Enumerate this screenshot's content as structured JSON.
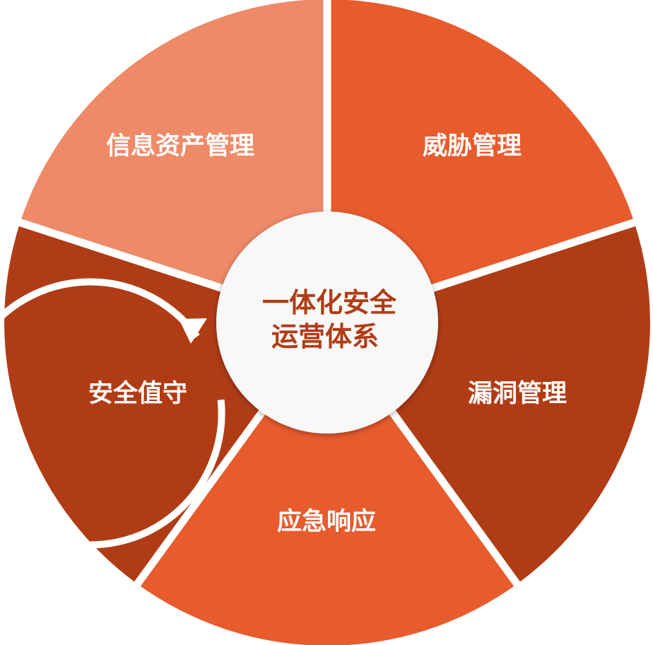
{
  "diagram": {
    "type": "cycle-wheel",
    "center": {
      "line1": "一体化安全",
      "line2": "运营体系",
      "text_color": "#B03C16",
      "fill": "#F8F8F8"
    },
    "segments": [
      {
        "id": "asset",
        "label": "信息资产管理",
        "color": "#EE8A68"
      },
      {
        "id": "threat",
        "label": "威胁管理",
        "color": "#E85B2C"
      },
      {
        "id": "vuln",
        "label": "漏洞管理",
        "color": "#B03C16"
      },
      {
        "id": "response",
        "label": "应急响应",
        "color": "#E85B2C"
      },
      {
        "id": "duty",
        "label": "安全值守",
        "color": "#B03C16"
      }
    ],
    "cycle_arrow": {
      "direction": "counterclockwise",
      "icon": "arrow-down-icon",
      "color": "#FFFFFF"
    }
  }
}
